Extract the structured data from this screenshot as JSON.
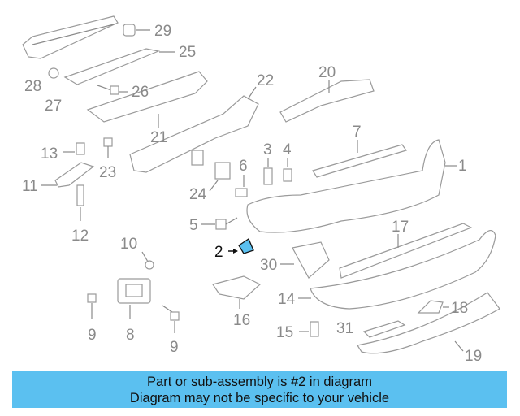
{
  "labels": {
    "l1": "1",
    "l2": "2",
    "l3": "3",
    "l4": "4",
    "l5": "5",
    "l6": "6",
    "l7": "7",
    "l8": "8",
    "l9a": "9",
    "l9b": "9",
    "l10": "10",
    "l11": "11",
    "l12": "12",
    "l13": "13",
    "l14": "14",
    "l15": "15",
    "l16": "16",
    "l17": "17",
    "l18": "18",
    "l19": "19",
    "l20": "20",
    "l21": "21",
    "l22": "22",
    "l23": "23",
    "l24": "24",
    "l25": "25",
    "l26": "26",
    "l27": "27",
    "l28": "28",
    "l29": "29",
    "l30": "30",
    "l31": "31"
  },
  "highlight": {
    "part_number": "2",
    "color": "#5bc0f0"
  },
  "banner": {
    "line1": "Part or sub-assembly is #2 in diagram",
    "line2": "Diagram may not be specific to your vehicle",
    "color": "#5bc0f0"
  }
}
